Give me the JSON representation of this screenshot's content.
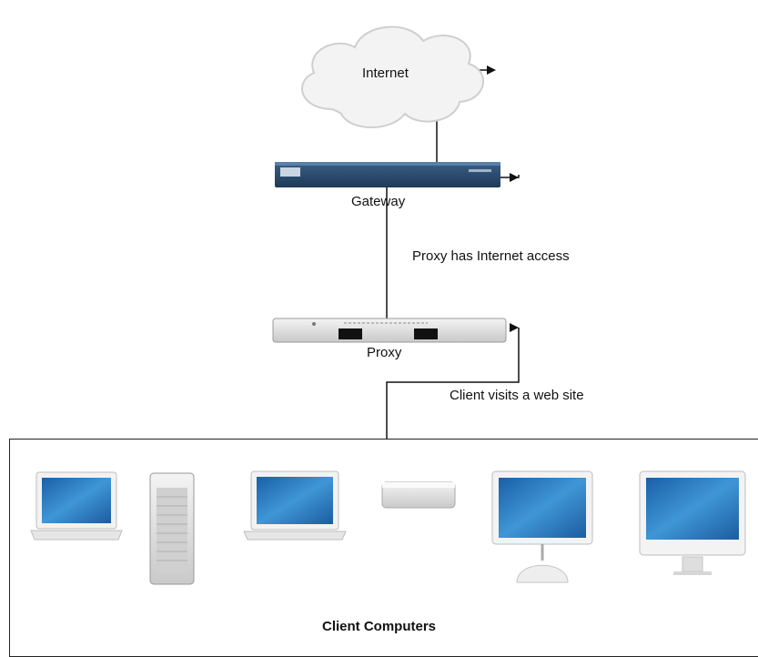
{
  "nodes": {
    "internet": {
      "label": "Internet",
      "icon": "cloud-icon"
    },
    "gateway": {
      "label": "Gateway",
      "icon": "router-icon"
    },
    "proxy": {
      "label": "Proxy",
      "icon": "rack-server-icon"
    }
  },
  "edges": {
    "proxy_to_gateway": "Proxy has Internet access",
    "client_to_proxy": "Client visits a web site"
  },
  "clients": {
    "title": "Client Computers",
    "devices": [
      {
        "icon": "laptop-icon"
      },
      {
        "icon": "tower-server-icon"
      },
      {
        "icon": "laptop-icon"
      },
      {
        "icon": "mac-mini-icon"
      },
      {
        "icon": "imac-g4-icon"
      },
      {
        "icon": "imac-icon"
      }
    ]
  },
  "colors": {
    "screen": "#2f7fc4",
    "gateway": "#2d4a6b",
    "line": "#111111"
  }
}
